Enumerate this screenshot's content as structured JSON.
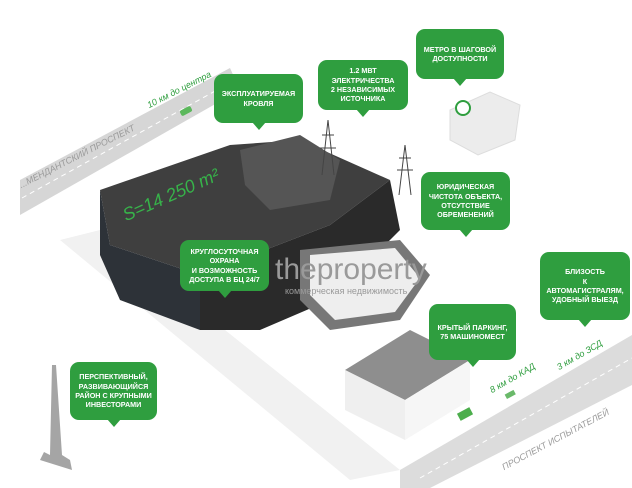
{
  "colors": {
    "accent": "#2f9e3f",
    "building": "#3a3a3a",
    "road": "#cfcfcf"
  },
  "area_label": "S=14 250 m²",
  "roads": {
    "top_road_name": "...МЕНДАНТСКИЙ ПРОСПЕКТ",
    "top_distance": "10 км до центра",
    "bottom_road_name": "ПРОСПЕКТ ИСПЫТАТЕЛЕЙ",
    "kad_distance": "8 км до КАД",
    "zsd_distance": "3 км до ЗСД"
  },
  "callouts": {
    "roof": "Эксплуатируемая\nкровля",
    "power": "1.2 МВт электричества\n2 независимых\nисточника",
    "metro": "Метро в шаговой\nдоступности",
    "legal": "Юридическая\nчистота объекта,\nотсутствие\nобременений",
    "security": "Круглосуточная\nохрана\nи возможность\nдоступа в БЦ 24/7",
    "parking": "Крытый паркинг,\n75 машиномест",
    "highways": "Близость\nк автомагистралям,\nудобный выезд",
    "district": "Перспективный,\nразвивающийся\nрайон с крупными\nинвесторами"
  },
  "watermark": {
    "brand": "theproperty",
    "tagline": "коммерческая недвижимость"
  }
}
